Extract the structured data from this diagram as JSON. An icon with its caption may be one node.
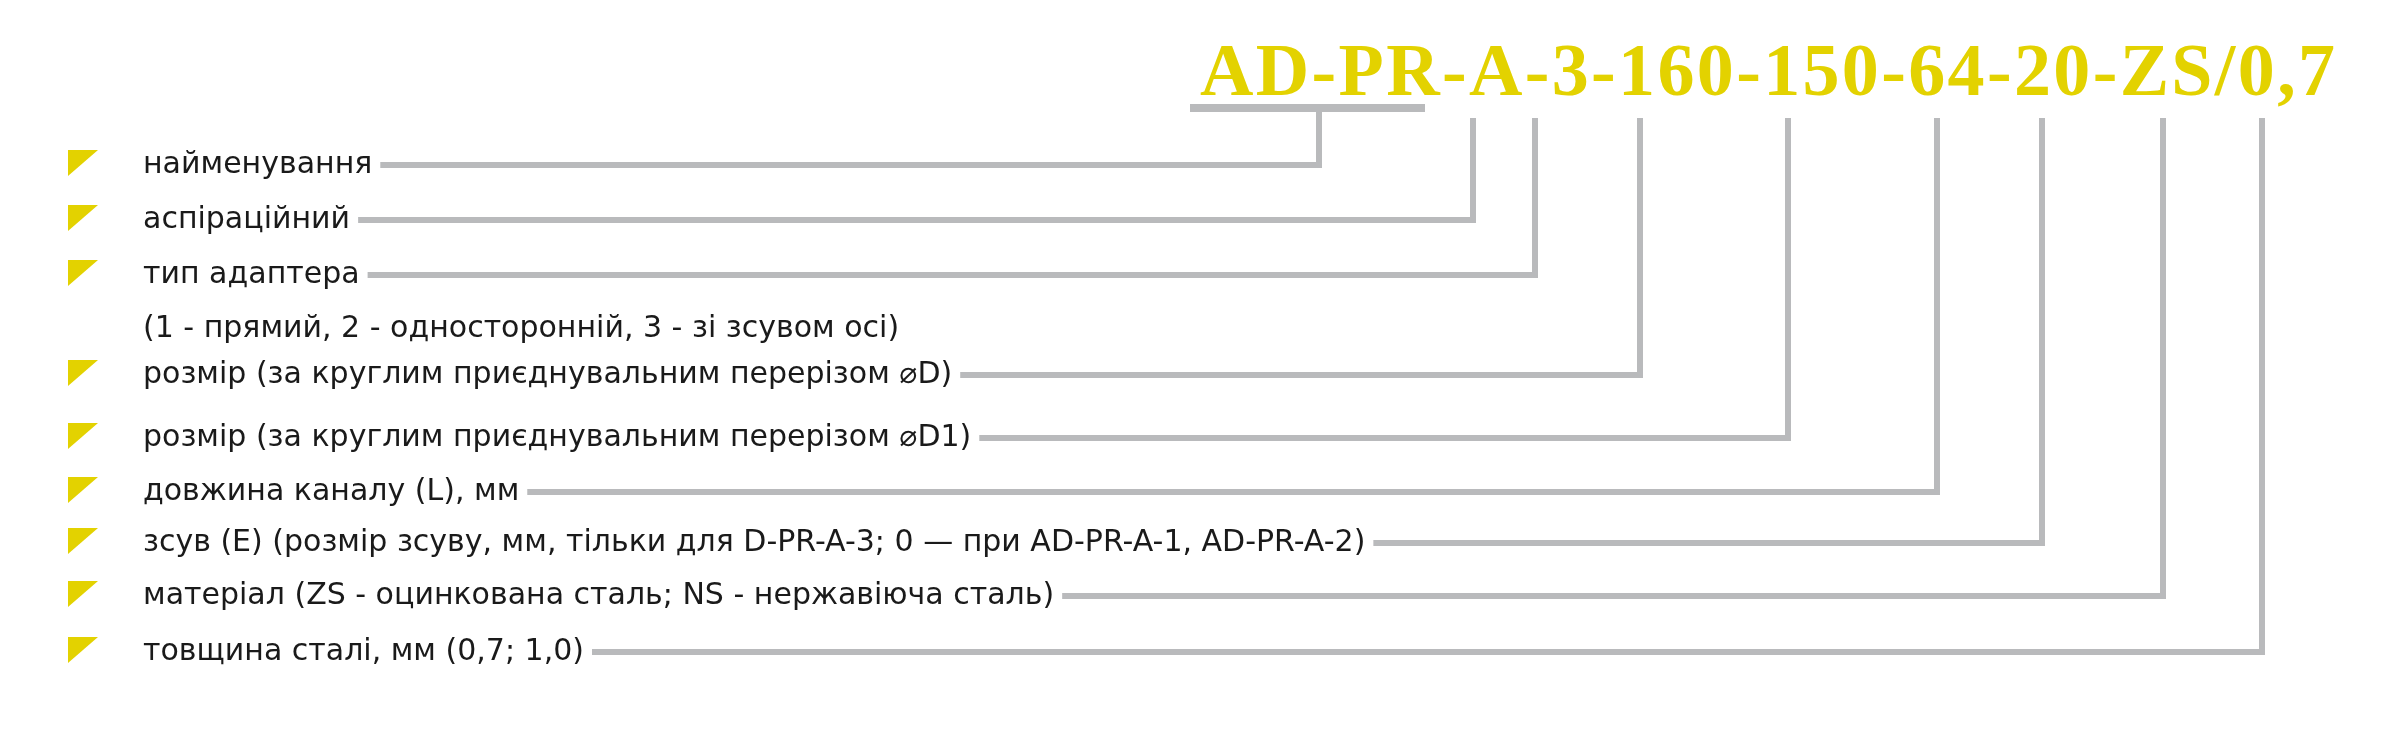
{
  "diagram": {
    "title": "AD-PR-A-3-160-150-64-20-ZS/0,7",
    "nodes": [
      {
        "text": [
          "найменування"
        ]
      },
      {
        "text": [
          "аспіраційний"
        ]
      },
      {
        "text": [
          "тип адаптера"
        ]
      },
      {
        "text": [
          "розмір (за круглим приєднувальним перерізом ⌀D)"
        ]
      },
      {
        "text": [
          "розмір (за круглим приєднувальним перерізом ⌀D1)"
        ]
      },
      {
        "text": [
          "довжина каналу (L), мм"
        ]
      },
      {
        "text": [
          "зсув (E) (розмір зсуву, мм, тільки для D-PR-A-3; 0 — при AD-PR-A-1, AD-PR-A-2)"
        ]
      },
      {
        "text": [
          "матеріал (ZS - оцинкована сталь; NS - нержавіюча сталь)"
        ]
      },
      {
        "text": [
          "товщина сталі, мм (0,7; 1,0)"
        ]
      }
    ],
    "edges": [
      {
        "from": 0,
        "to": null,
        "arrow": "none"
      },
      {
        "from": 1,
        "to": null,
        "arrow": "none"
      },
      {
        "from": 2,
        "to": null,
        "arrow": "none"
      },
      {
        "from": 3,
        "to": null,
        "arrow": "none"
      },
      {
        "from": 4,
        "to": null,
        "arrow": "none"
      },
      {
        "from": 5,
        "to": null,
        "arrow": "none"
      },
      {
        "from": 6,
        "to": null,
        "arrow": "none"
      },
      {
        "from": 7,
        "to": null,
        "arrow": "none"
      },
      {
        "from": 8,
        "to": null,
        "arrow": "none"
      }
    ],
    "labels": [
      "(1 - прямий, 2 - односторонній, 3 - зі зсувом осі)"
    ]
  }
}
